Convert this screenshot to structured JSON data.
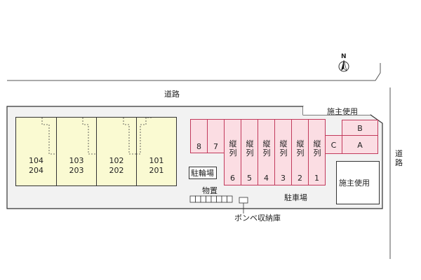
{
  "north_label": "N",
  "road_top": "道路",
  "road_right": "道路",
  "owner_use_top": "施主使用",
  "owner_use_box": "施主使用",
  "units": [
    {
      "upper": "104",
      "lower": "204"
    },
    {
      "upper": "103",
      "lower": "203"
    },
    {
      "upper": "102",
      "lower": "202"
    },
    {
      "upper": "101",
      "lower": "201"
    }
  ],
  "bike_parking": "駐輪場",
  "storage": "物置",
  "parking_lot": "駐車場",
  "gas_storage": "ボンベ収納庫",
  "parking": {
    "top_row": [
      "8",
      "7"
    ],
    "vertical_label": "縦列",
    "vertical_numbers": [
      "6",
      "5",
      "4",
      "3",
      "2",
      "1"
    ],
    "c_label": "C",
    "b_label": "B",
    "a_label": "A"
  },
  "colors": {
    "building": "#fafad2",
    "parking_fill": "#fbdde3",
    "parking_border": "#c23a5c",
    "site_fill": "#f2f2f2"
  }
}
